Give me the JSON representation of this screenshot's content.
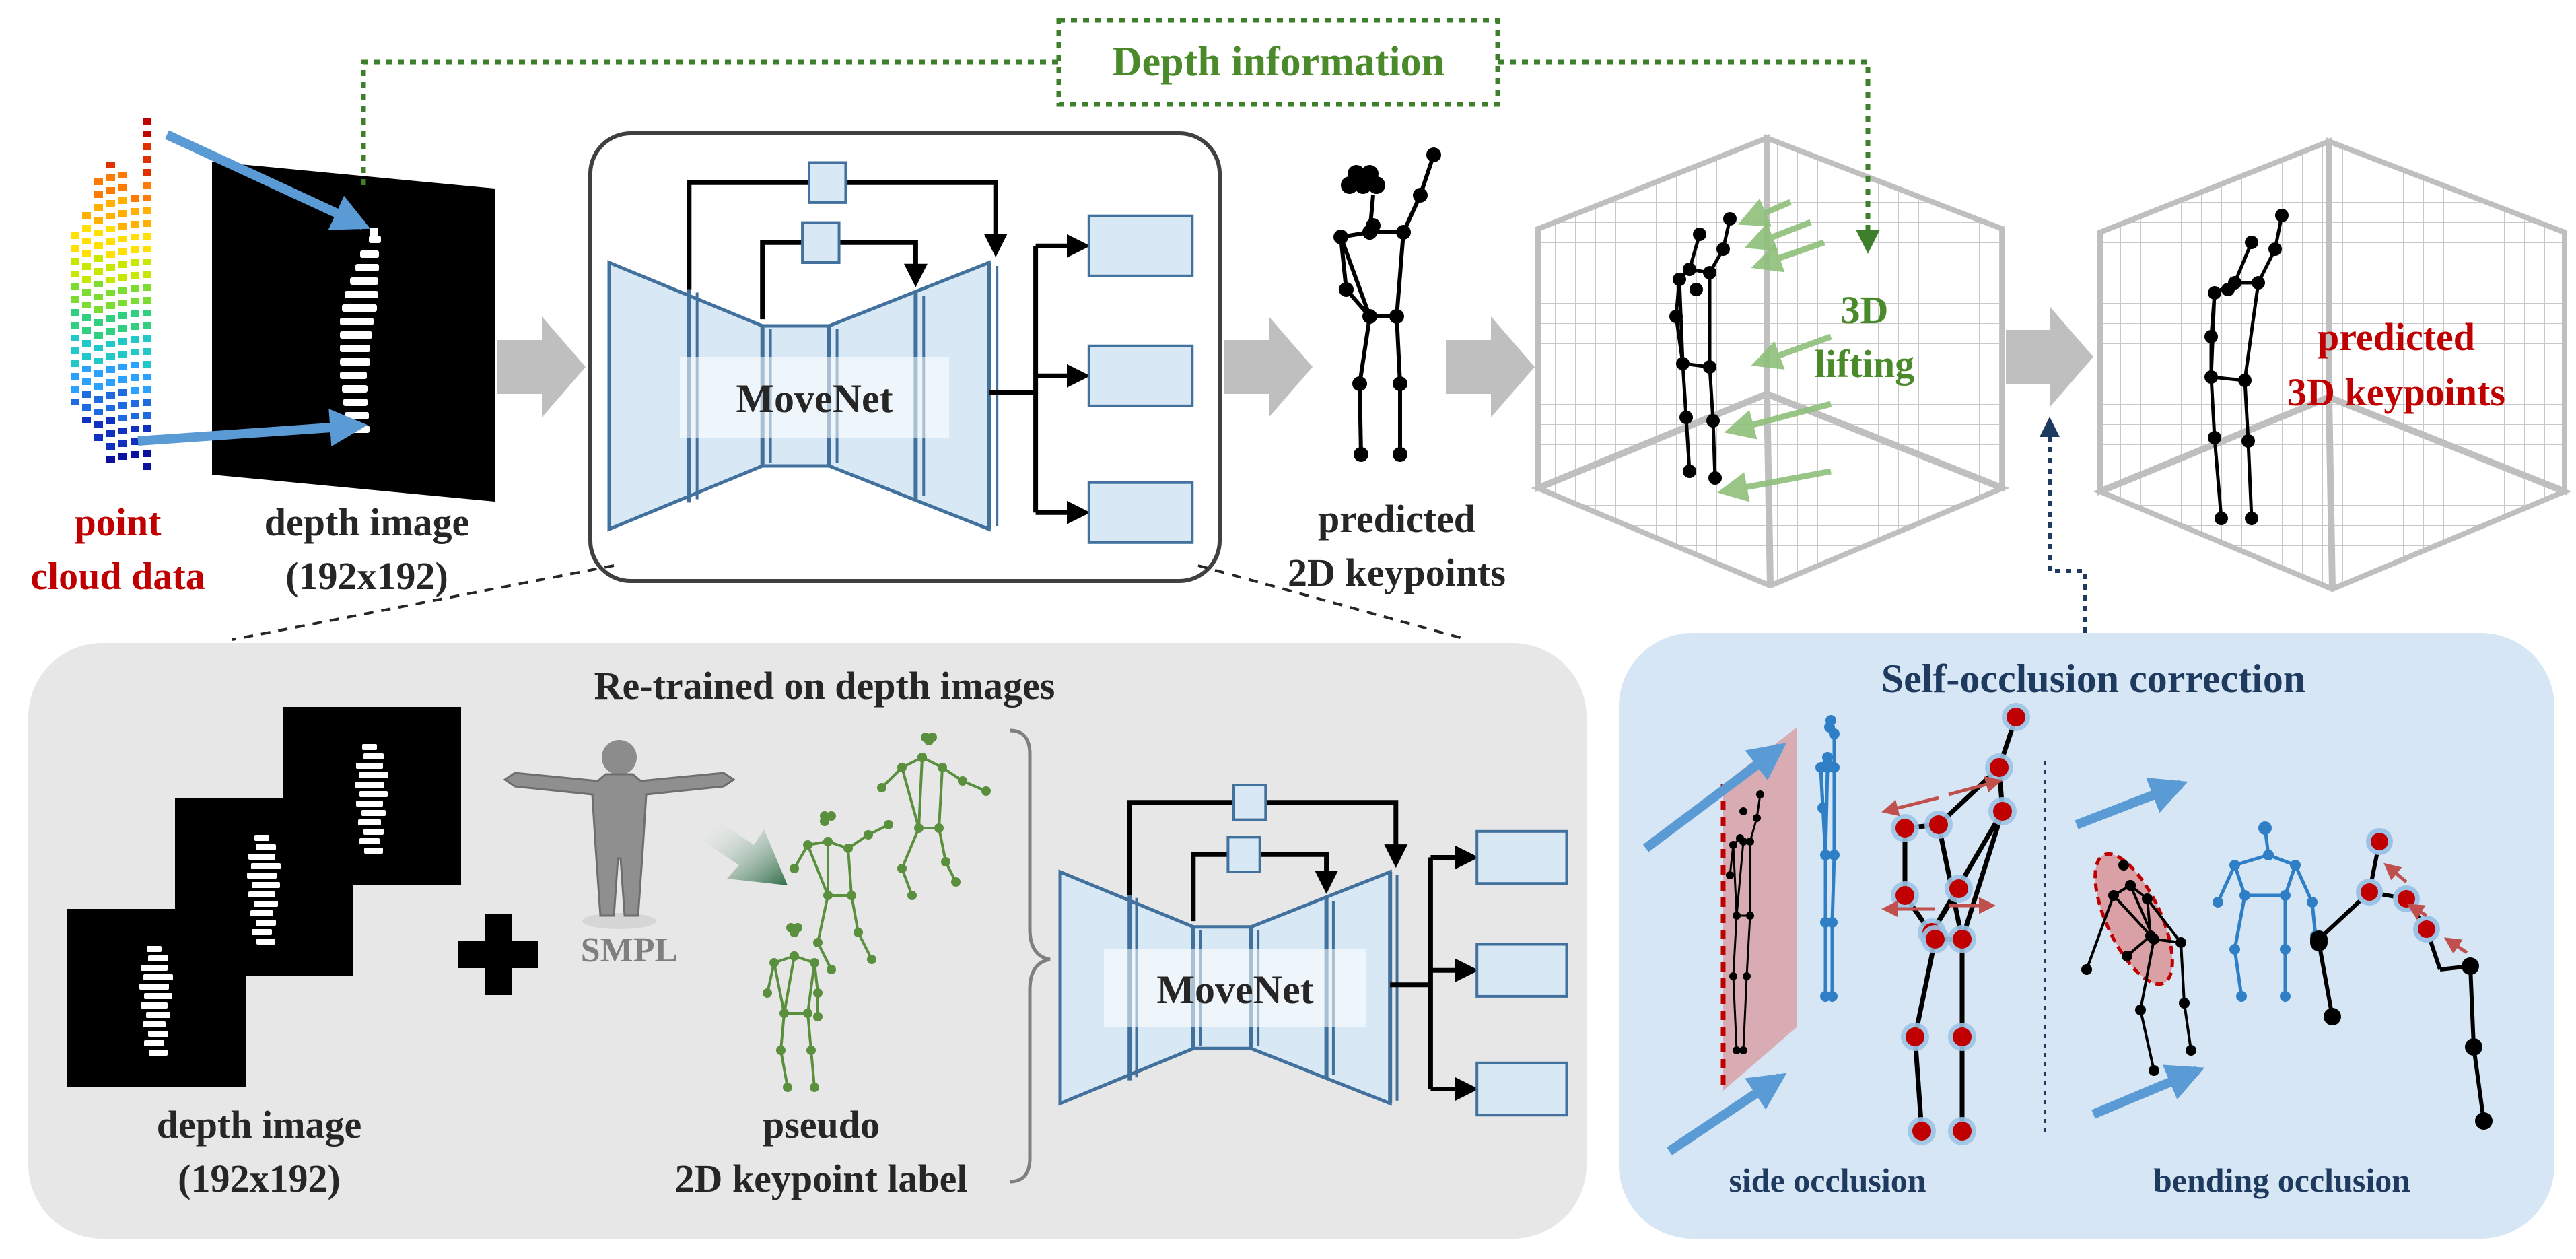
{
  "pipeline": {
    "point_cloud_label": [
      "point",
      "cloud data"
    ],
    "depth_image_label": [
      "depth image",
      "(192x192)"
    ],
    "movenet_label": "MoveNet",
    "predicted_2d_label": [
      "predicted",
      "2D keypoints"
    ],
    "depth_information_label": "Depth information",
    "lifting_label": [
      "3D",
      "lifting"
    ],
    "predicted_3d_label": [
      "predicted",
      "3D keypoints"
    ]
  },
  "training_panel": {
    "title": "Re-trained on depth images",
    "depth_image_label": [
      "depth image",
      "(192x192)"
    ],
    "smpl_label": "SMPL",
    "pseudo_label": [
      "pseudo",
      "2D keypoint label"
    ],
    "movenet_label": "MoveNet"
  },
  "occlusion_panel": {
    "title": "Self-occlusion correction",
    "side_label": "side occlusion",
    "bending_label": "bending occlusion"
  },
  "colors": {
    "red_text": "#c00000",
    "green_text": "#4a8a2a",
    "navy_text": "#1f3a5f",
    "network_fill": "#d9e8f5",
    "network_stroke": "#41719c",
    "gray_arrow": "#bfbfbf",
    "blue_arrow": "#5b9bd5",
    "skeleton_blue": "#2f7fc7",
    "skeleton_green": "#5a8f3e",
    "keypoint_red": "#c00000"
  }
}
